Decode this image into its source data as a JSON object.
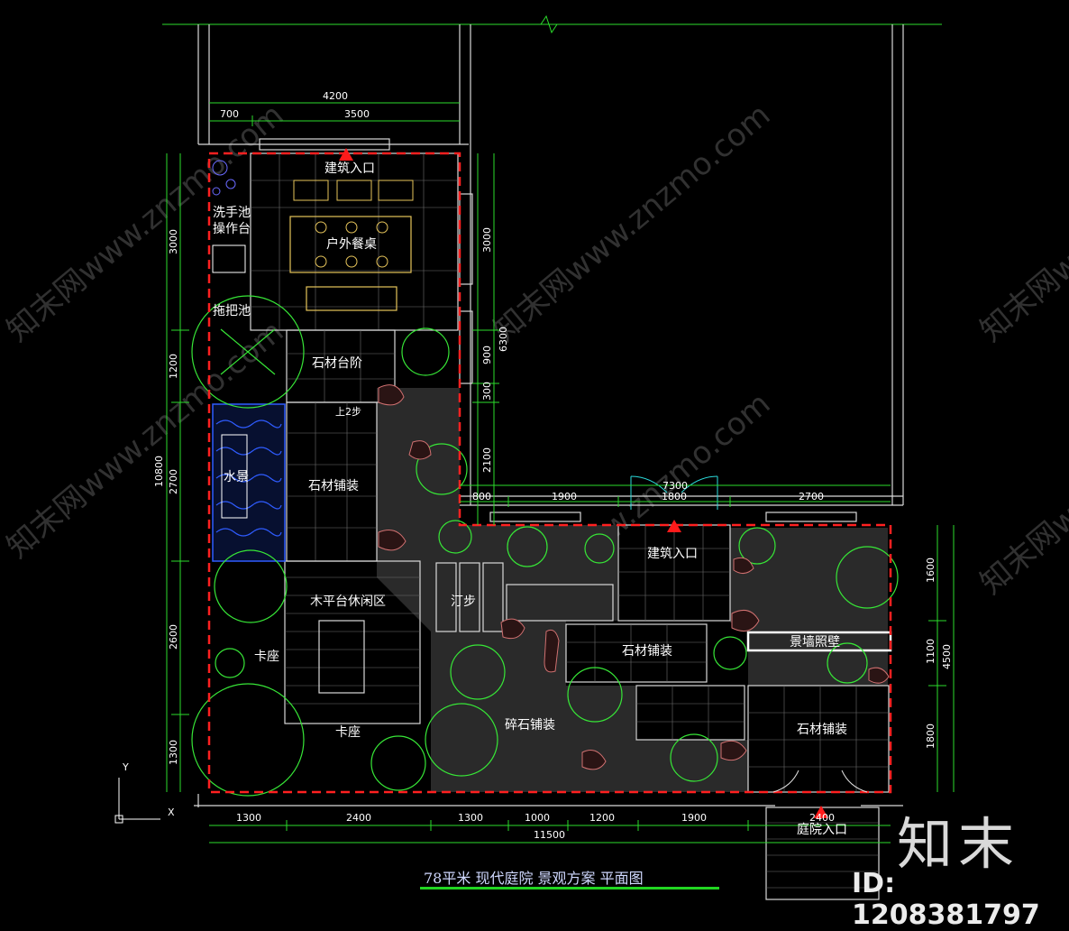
{
  "title": "78平米 现代庭院 景观方案 平面图",
  "labels": {
    "building_entrance_top": "建筑入口",
    "wash_basin": "洗手池\n操作台",
    "outdoor_dining": "户外餐桌",
    "mop_pool": "拖把池",
    "stone_steps": "石材台阶",
    "up_steps": "上2步",
    "water_feature": "水景",
    "stone_paving_left": "石材铺装",
    "wood_deck": "木平台休闲区",
    "stepping_stones": "汀步",
    "seat_left": "卡座",
    "seat_bottom": "卡座",
    "gravel_paving": "碎石铺装",
    "building_entrance_mid": "建筑入口",
    "stone_paving_mid": "石材铺装",
    "landscape_wall": "景墙照壁",
    "stone_paving_right": "石材铺装",
    "yard_entrance": "庭院入口"
  },
  "dims": {
    "top_total": "4200",
    "top_a": "700",
    "top_b": "3500",
    "left_total": "10800",
    "left_a": "3000",
    "left_b": "1200",
    "left_c": "2700",
    "left_d": "2600",
    "left_e": "1300",
    "mid_total": "6300",
    "mid_a": "3000",
    "mid_b": "900",
    "mid_c": "300",
    "mid_d": "2100",
    "right_top_total": "7300",
    "right_a": "800",
    "right_b": "1900",
    "right_c": "1800",
    "right_d": "2700",
    "right_v_total": "4500",
    "right_v_a": "1600",
    "right_v_b": "1100",
    "right_v_c": "1800",
    "bottom_total": "11500",
    "bottom_a": "1300",
    "bottom_b": "2400",
    "bottom_c": "1300",
    "bottom_d": "1000",
    "bottom_e": "1200",
    "bottom_f": "1900",
    "bottom_g": "2400"
  },
  "axis": {
    "y": "Y",
    "x": "X"
  },
  "watermark": "知末网www.znzmo.com",
  "brand": "知末",
  "doc_id": "ID: 1208381797",
  "colors": {
    "background": "#000000",
    "boundary": "#ff2020",
    "dimension": "#2bdc2b",
    "plants": "#37e637",
    "title": "#cfd8ff"
  }
}
